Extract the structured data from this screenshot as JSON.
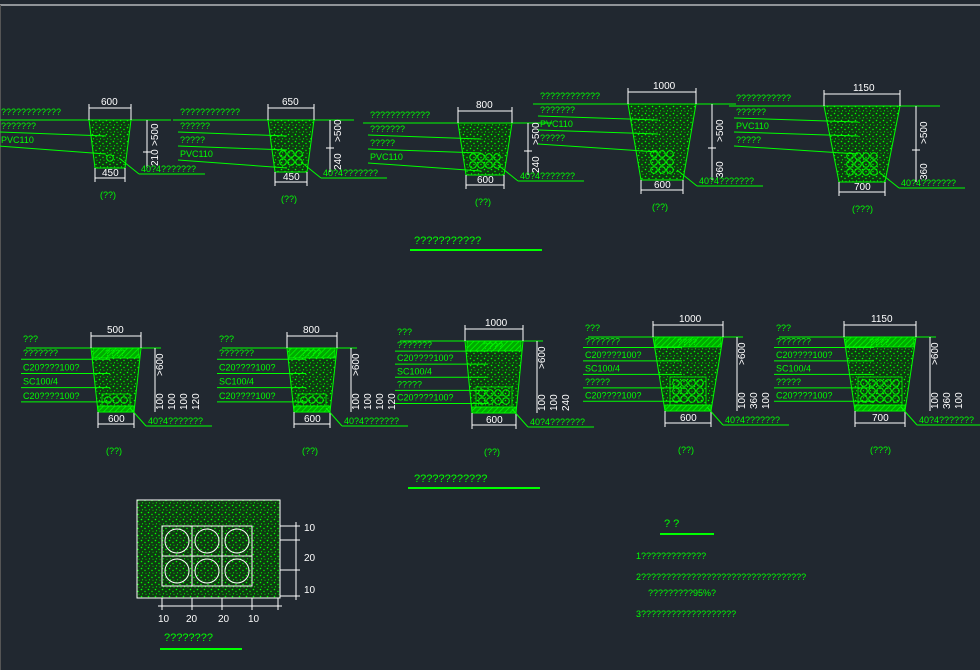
{
  "colors": {
    "background": "#212830",
    "drawing": "#00ff00",
    "dimension": "#ffffff",
    "frame": "#ffffff"
  },
  "top_row": {
    "title": "???????????",
    "sections": [
      {
        "top_width": "600",
        "bottom_width": "450",
        "height1": ">500",
        "height2": "210",
        "caption": "(??)",
        "labels": [
          "????????????",
          "???????",
          "PVC110"
        ],
        "callout": "40?4???????"
      },
      {
        "top_width": "650",
        "bottom_width": "450",
        "height1": ">500",
        "height2": "240",
        "caption": "(??)",
        "labels": [
          "????????????",
          "??????",
          "?????",
          "PVC110"
        ],
        "callout": "40?4???????"
      },
      {
        "top_width": "800",
        "bottom_width": "600",
        "height1": ">500",
        "height2": "240",
        "caption": "(??)",
        "labels": [
          "????????????",
          "???????",
          "?????",
          "PVC110"
        ],
        "callout": "40?4???????"
      },
      {
        "top_width": "1000",
        "bottom_width": "600",
        "height1": ">500",
        "height2": "360",
        "caption": "(??)",
        "labels": [
          "????????????",
          "???????",
          "PVC110",
          "?????"
        ],
        "callout": "40?4???????"
      },
      {
        "top_width": "1150",
        "bottom_width": "700",
        "height1": ">500",
        "height2": "360",
        "caption": "(???)",
        "labels": [
          "???????????",
          "??????",
          "PVC110",
          "?????"
        ],
        "callout": "40?4???????"
      }
    ]
  },
  "bottom_row": {
    "title": "????????????",
    "sections": [
      {
        "top_width": "500",
        "bottom_width": "600",
        "caption": "(??)",
        "fill_text": "????",
        "labels": [
          "???",
          "???????",
          "C20????100?",
          "SC100/4",
          "C20????100?"
        ],
        "dims": [
          ">600",
          "100",
          "100",
          "100",
          "120"
        ],
        "callout": "40?4???????"
      },
      {
        "top_width": "800",
        "bottom_width": "600",
        "caption": "(??)",
        "fill_text": "????",
        "labels": [
          "???",
          "???????",
          "C20????100?",
          "SC100/4",
          "C20????100?"
        ],
        "dims": [
          ">600",
          "100",
          "100",
          "100",
          "120"
        ],
        "callout": "40?4???????"
      },
      {
        "top_width": "1000",
        "bottom_width": "600",
        "caption": "(??)",
        "fill_text": "????",
        "labels": [
          "???",
          "???????",
          "C20????100?",
          "SC100/4",
          "?????",
          "C20????100?"
        ],
        "dims": [
          ">600",
          "100",
          "100",
          "240"
        ],
        "callout": "40?4???????"
      },
      {
        "top_width": "1000",
        "bottom_width": "600",
        "caption": "(??)",
        "fill_text": "????",
        "labels": [
          "???",
          "???????",
          "C20????100?",
          "SC100/4",
          "?????",
          "C20????100?"
        ],
        "dims": [
          ">600",
          "100",
          "360",
          "100"
        ],
        "callout": "40?4???????"
      },
      {
        "top_width": "1150",
        "bottom_width": "700",
        "caption": "(???)",
        "fill_text": "????",
        "labels": [
          "???",
          "???????",
          "C20????100?",
          "SC100/4",
          "?????",
          "C20????100?"
        ],
        "dims": [
          ">600",
          "100",
          "360",
          "100"
        ],
        "callout": "40?4???????"
      }
    ]
  },
  "detail": {
    "title": "????????",
    "right_dims": [
      "10",
      "20",
      "10"
    ],
    "bottom_dims": [
      "10",
      "20",
      "20",
      "10"
    ]
  },
  "notes": {
    "title": "? ?",
    "lines": [
      "1?????????????",
      "2?????????????????????????????????",
      "?????????95%?",
      "3???????????????????"
    ]
  }
}
